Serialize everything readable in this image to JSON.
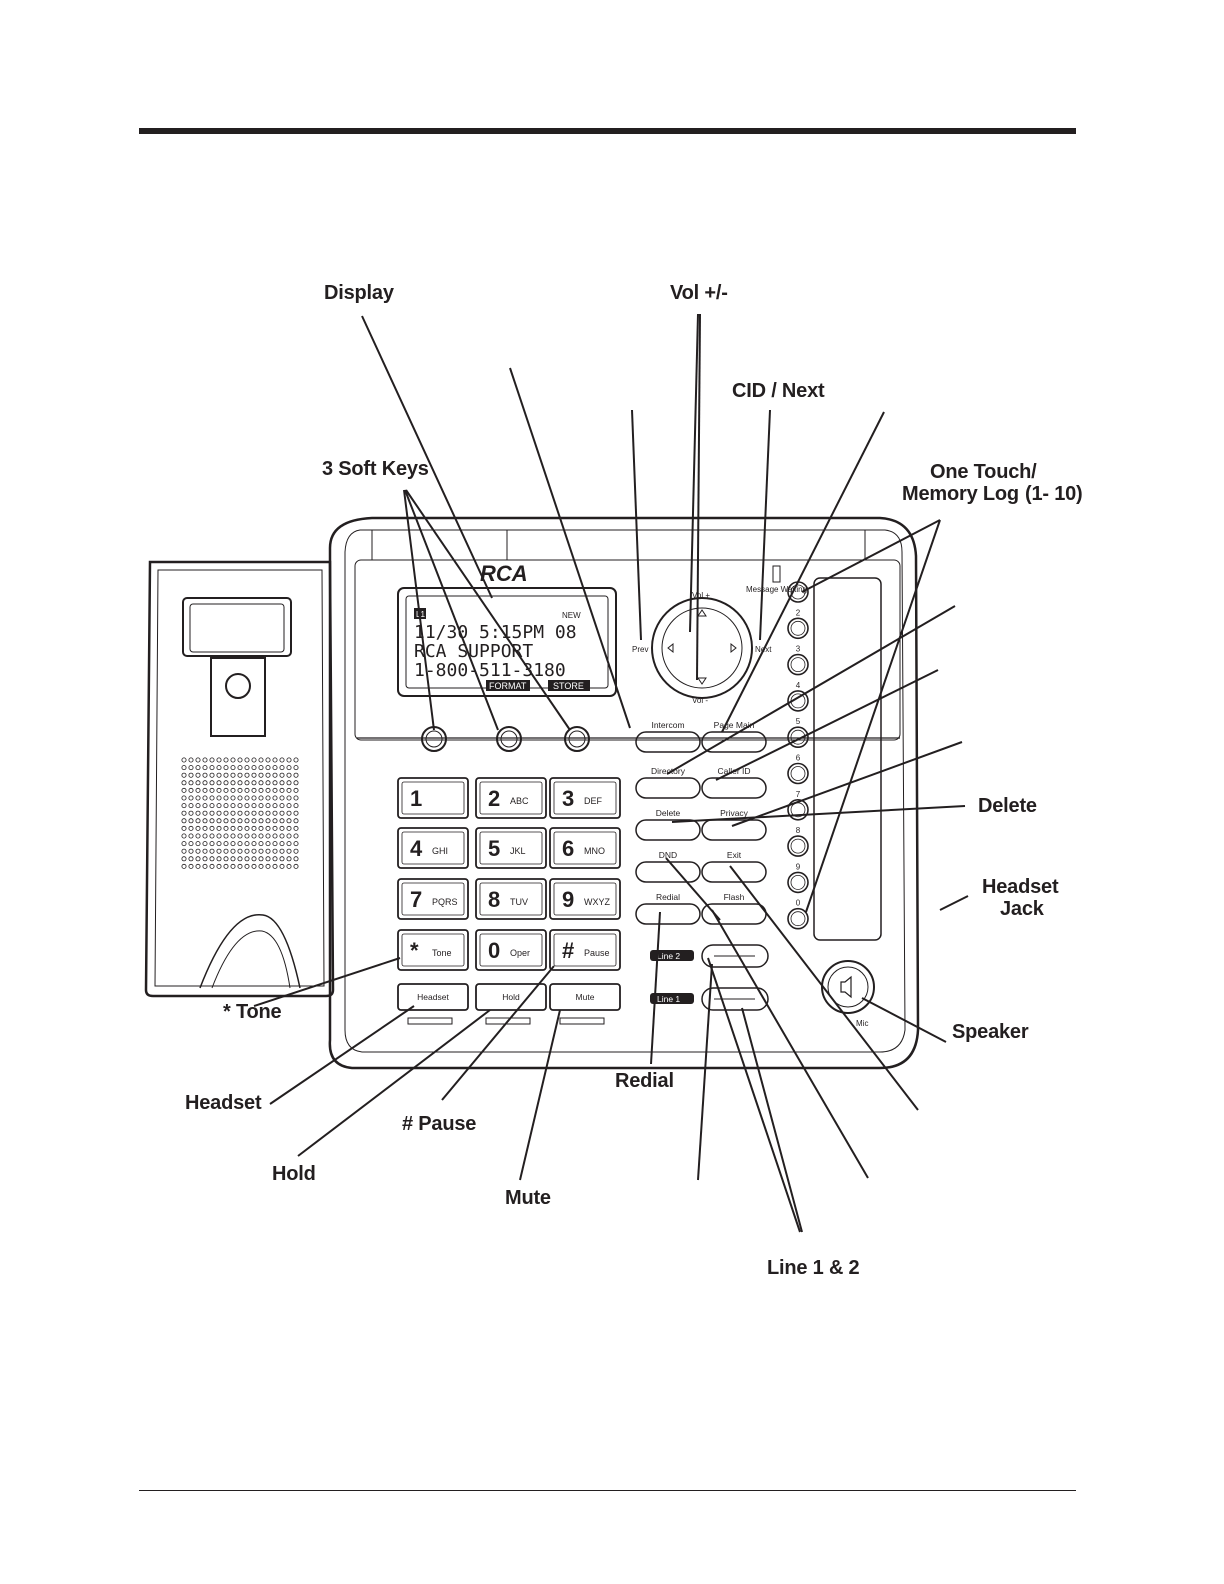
{
  "callouts": {
    "display": "Display",
    "vol": "Vol +/-",
    "cid_next": "CID / Next",
    "soft_keys": "3 Soft Keys",
    "one_touch_line1": "One Touch/",
    "one_touch_line2": "Memory Log",
    "one_touch_range": "(1- 10)",
    "delete": "Delete",
    "headset_jack_line1": "Headset",
    "headset_jack_line2": "Jack",
    "star_tone": "* Tone",
    "speaker": "Speaker",
    "headset": "Headset",
    "redial": "Redial",
    "pound_pause": "# Pause",
    "hold": "Hold",
    "mute": "Mute",
    "line12": "Line 1 & 2"
  },
  "phone": {
    "brand": "RCA",
    "lcd": {
      "line_badge": "L1",
      "new_badge": "NEW",
      "row1": "11/30  5:15PM 08",
      "row2": "RCA SUPPORT",
      "row3": "1-800-511-3180",
      "soft1": "FORMAT",
      "soft2": "STORE"
    },
    "nav": {
      "vol_plus": "Vol +",
      "vol_minus": "Vol -",
      "prev": "Prev",
      "next": "Next"
    },
    "message_waiting": "Message Waiting",
    "keys": [
      {
        "num": "1",
        "sub": ""
      },
      {
        "num": "2",
        "sub": "ABC"
      },
      {
        "num": "3",
        "sub": "DEF"
      },
      {
        "num": "4",
        "sub": "GHI"
      },
      {
        "num": "5",
        "sub": "JKL"
      },
      {
        "num": "6",
        "sub": "MNO"
      },
      {
        "num": "7",
        "sub": "PQRS"
      },
      {
        "num": "8",
        "sub": "TUV"
      },
      {
        "num": "9",
        "sub": "WXYZ"
      },
      {
        "num": "*",
        "sub": "Tone"
      },
      {
        "num": "0",
        "sub": "Oper"
      },
      {
        "num": "#",
        "sub": "Pause"
      }
    ],
    "bottom_keys": [
      "Headset",
      "Hold",
      "Mute"
    ],
    "function_labels": [
      "Intercom",
      "Page Main",
      "Directory",
      "Caller ID",
      "Delete",
      "Privacy",
      "DND",
      "Exit",
      "Redial",
      "Flash"
    ],
    "line_tags": [
      "Line 2",
      "Line 1"
    ],
    "mic_label": "Mic",
    "memory_numbers": [
      "2",
      "3",
      "4",
      "5",
      "6",
      "7",
      "8",
      "9",
      "0"
    ]
  }
}
